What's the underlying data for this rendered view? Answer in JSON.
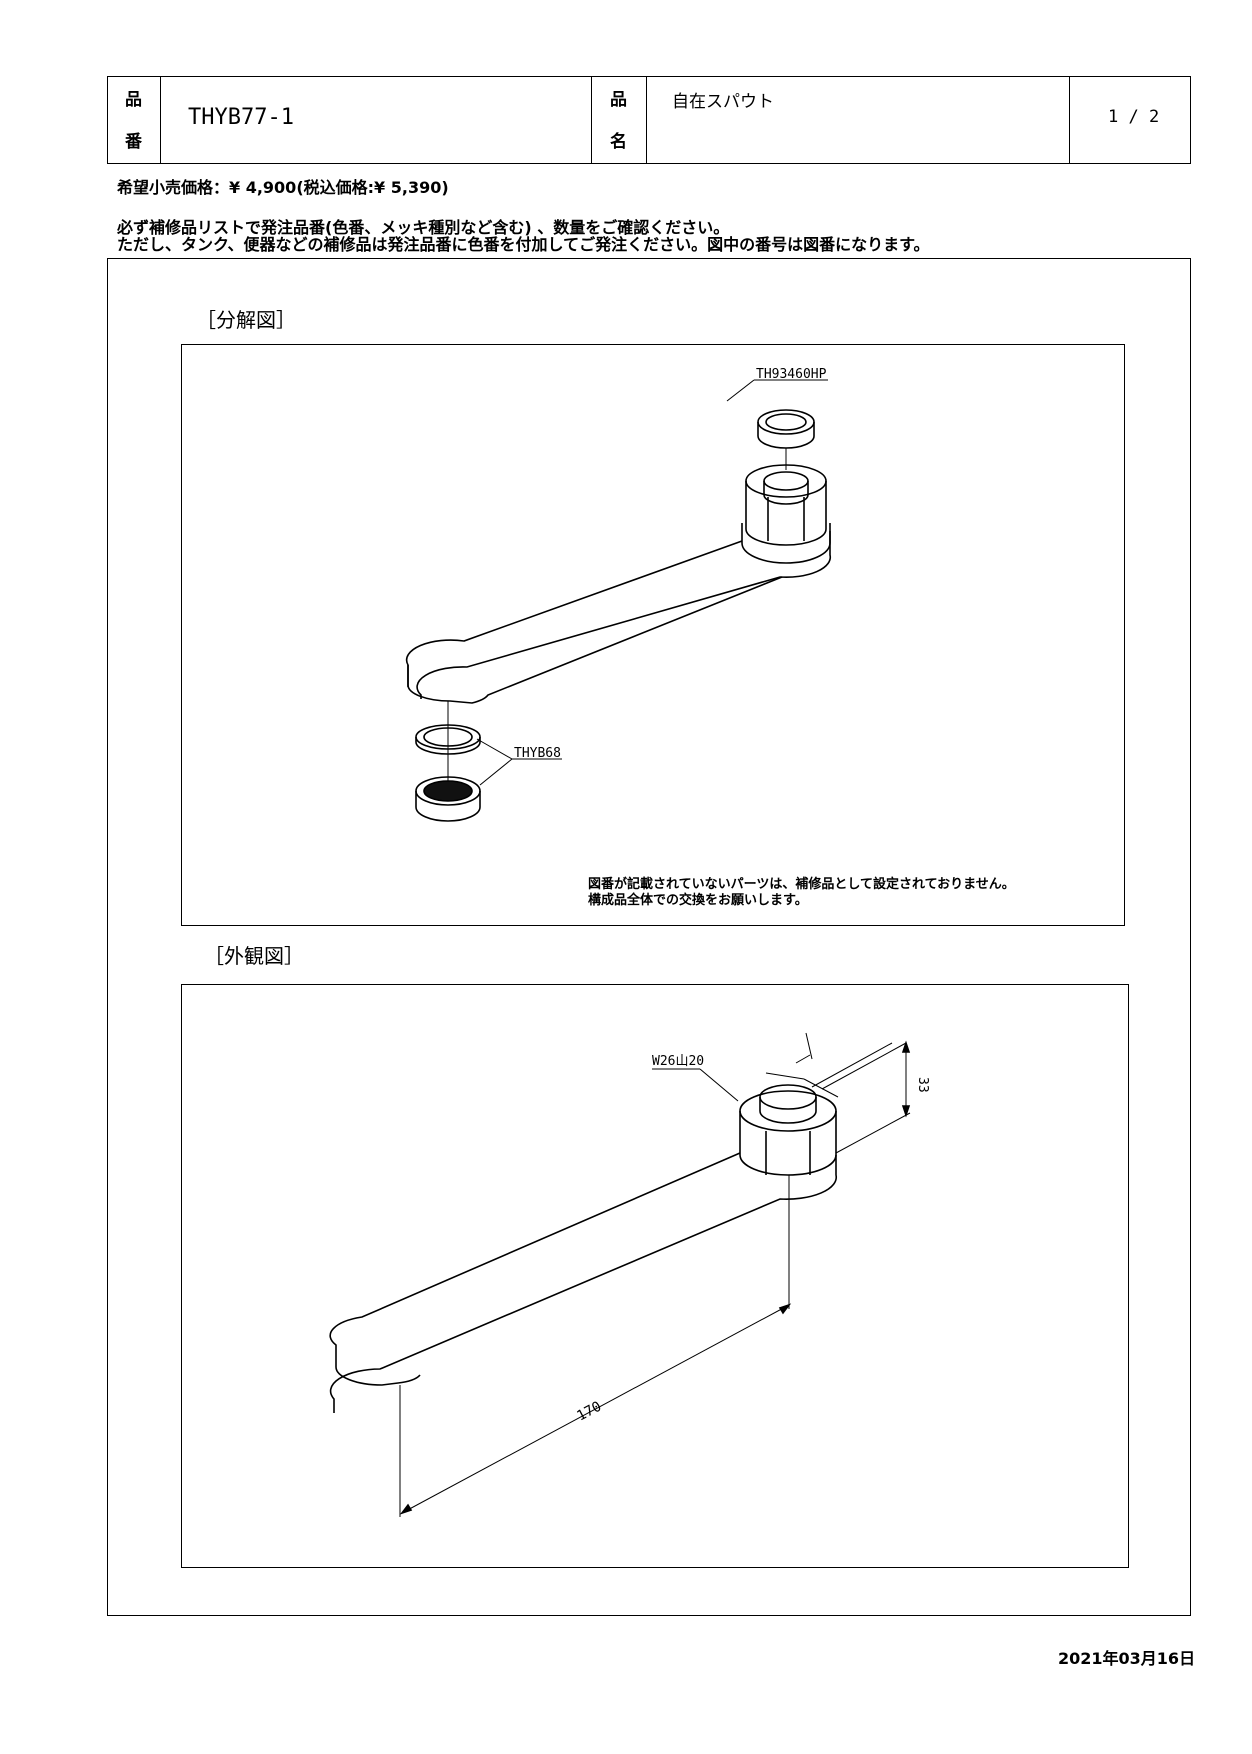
{
  "header": {
    "code_label_1": "品",
    "code_label_2": "番",
    "product_code": "THYB77-1",
    "name_label_1": "品",
    "name_label_2": "名",
    "product_name": "自在スパウト",
    "page": "1 / 2"
  },
  "notes": {
    "price": "希望小売価格：¥ 4,900(税込価格:¥ 5,390)",
    "order_line_1": "必ず補修品リストで発注品番(色番、メッキ種別など含む) 、数量をご確認ください。",
    "order_line_2": "ただし、タンク、便器などの補修品は発注品番に色番を付加してご発注ください。図中の番号は図番になります。"
  },
  "exploded_view": {
    "title": "［分解図］",
    "label_top": "TH93460HP",
    "label_bottom": "THYB68",
    "footnote_1": "図番が記載されていないパーツは、補修品として設定されておりません。",
    "footnote_2": "構成品全体での交換をお願いします。"
  },
  "external_view": {
    "title": "［外観図］",
    "thread_label": "W26山20",
    "height_dim": "33",
    "length_dim": "170"
  },
  "date": "2021年03月16日"
}
